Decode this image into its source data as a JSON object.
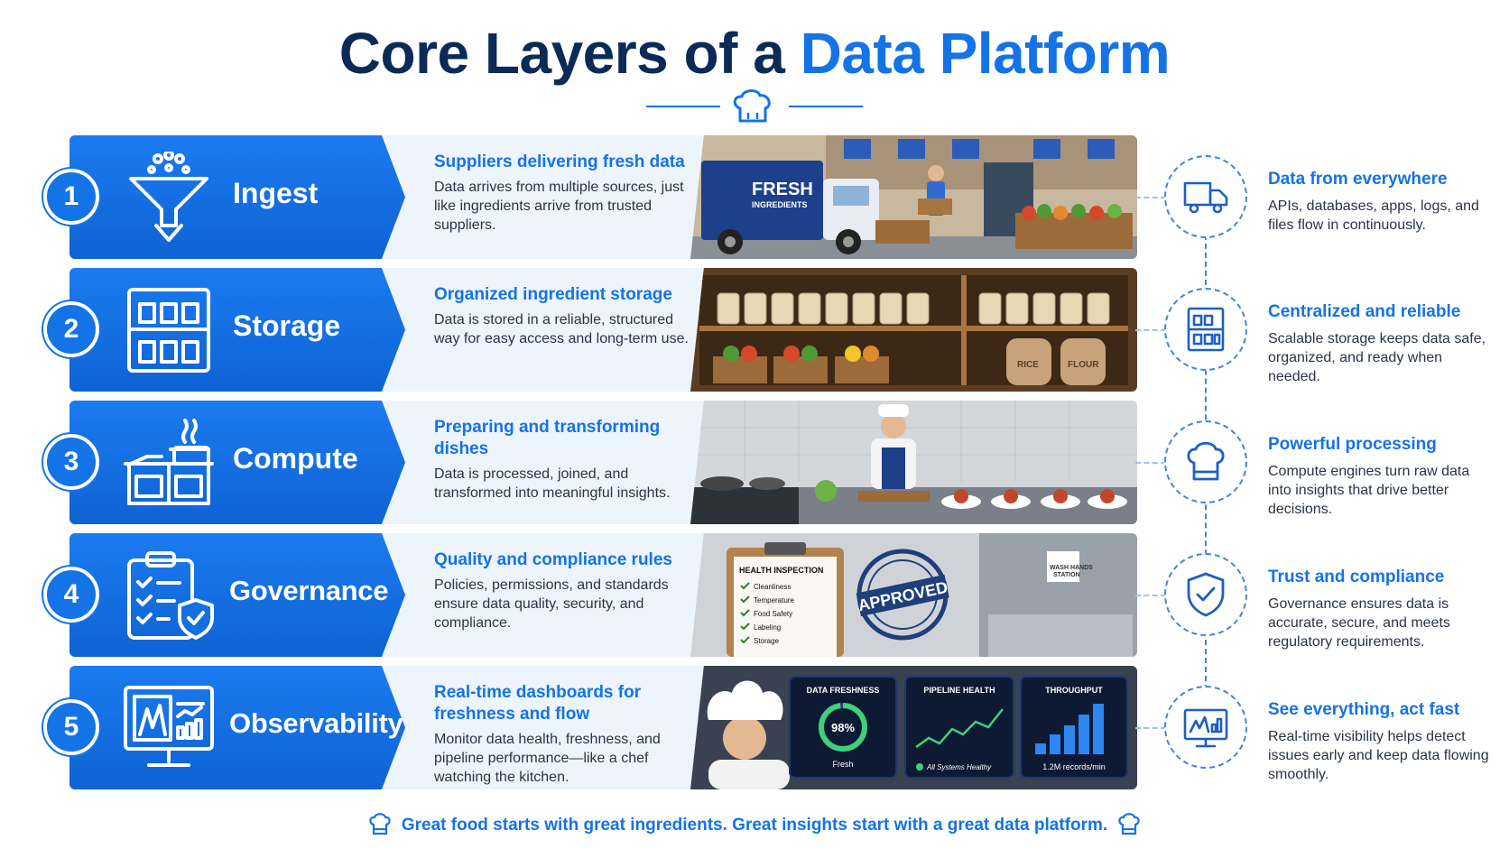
{
  "title": {
    "main": "Core Layers of a ",
    "accent": "Data Platform"
  },
  "layers": [
    {
      "number": "1",
      "label": "Ingest",
      "icon": "funnel-icon",
      "heading": "Suppliers delivering fresh data",
      "text": "Data arrives from multiple sources, just like ingredients arrive from trusted suppliers.",
      "scene": {
        "truck_text_1": "FRESH",
        "truck_text_2": "INGREDIENTS"
      },
      "side_icon": "delivery-truck-icon",
      "side_heading": "Data from everywhere",
      "side_text": "APIs, databases, apps, logs, and files flow in continuously."
    },
    {
      "number": "2",
      "label": "Storage",
      "icon": "pantry-shelf-icon",
      "heading": "Organized ingredient storage",
      "text": "Data is stored in a reliable, structured way for easy access and long-term use.",
      "scene": {
        "sack_1": "RICE",
        "sack_2": "FLOUR"
      },
      "side_icon": "storage-shelf-icon",
      "side_heading": "Centralized and reliable",
      "side_text": "Scalable storage keeps data safe, organized, and ready when needed."
    },
    {
      "number": "3",
      "label": "Compute",
      "icon": "stove-icon",
      "heading": "Preparing and transforming dishes",
      "text": "Data is processed, joined, and transformed into meaningful insights.",
      "side_icon": "chef-hat-icon",
      "side_heading": "Powerful processing",
      "side_text": "Compute engines turn raw data into insights that drive better decisions."
    },
    {
      "number": "4",
      "label": "Governance",
      "icon": "checklist-shield-icon",
      "heading": "Quality and compliance rules",
      "text": "Policies, permissions, and standards ensure data quality, security, and compliance.",
      "scene": {
        "clipboard_title": "HEALTH INSPECTION",
        "checklist": [
          "Cleanliness",
          "Temperature",
          "Food Safety",
          "Labeling",
          "Storage"
        ],
        "stamp": "APPROVED",
        "sign": "WASH HANDS STATION"
      },
      "side_icon": "shield-check-icon",
      "side_heading": "Trust and compliance",
      "side_text": "Governance ensures data is accurate, secure, and meets regulatory requirements."
    },
    {
      "number": "5",
      "label": "Observability",
      "icon": "monitor-dashboard-icon",
      "heading": "Real-time dashboards for freshness and flow",
      "text": "Monitor data health, freshness, and pipeline performance—like a chef watching the kitchen.",
      "scene": {
        "panel_1_title": "DATA FRESHNESS",
        "panel_1_value": "98%",
        "panel_1_fraction": 0.98,
        "panel_1_caption": "Fresh",
        "panel_2_title": "PIPELINE HEALTH",
        "panel_2_caption": "All Systems Healthy",
        "panel_3_title": "THROUGHPUT",
        "panel_3_caption": "1.2M records/min"
      },
      "side_icon": "monitor-chart-icon",
      "side_heading": "See everything, act fast",
      "side_text": "Real-time visibility helps detect issues early and keep data flowing smoothly."
    }
  ],
  "footer": "Great food starts with great ingredients. Great insights start with a great data platform.",
  "colors": {
    "primary": "#1473e6",
    "navy": "#0b2a55",
    "band": "#edf4fc"
  }
}
